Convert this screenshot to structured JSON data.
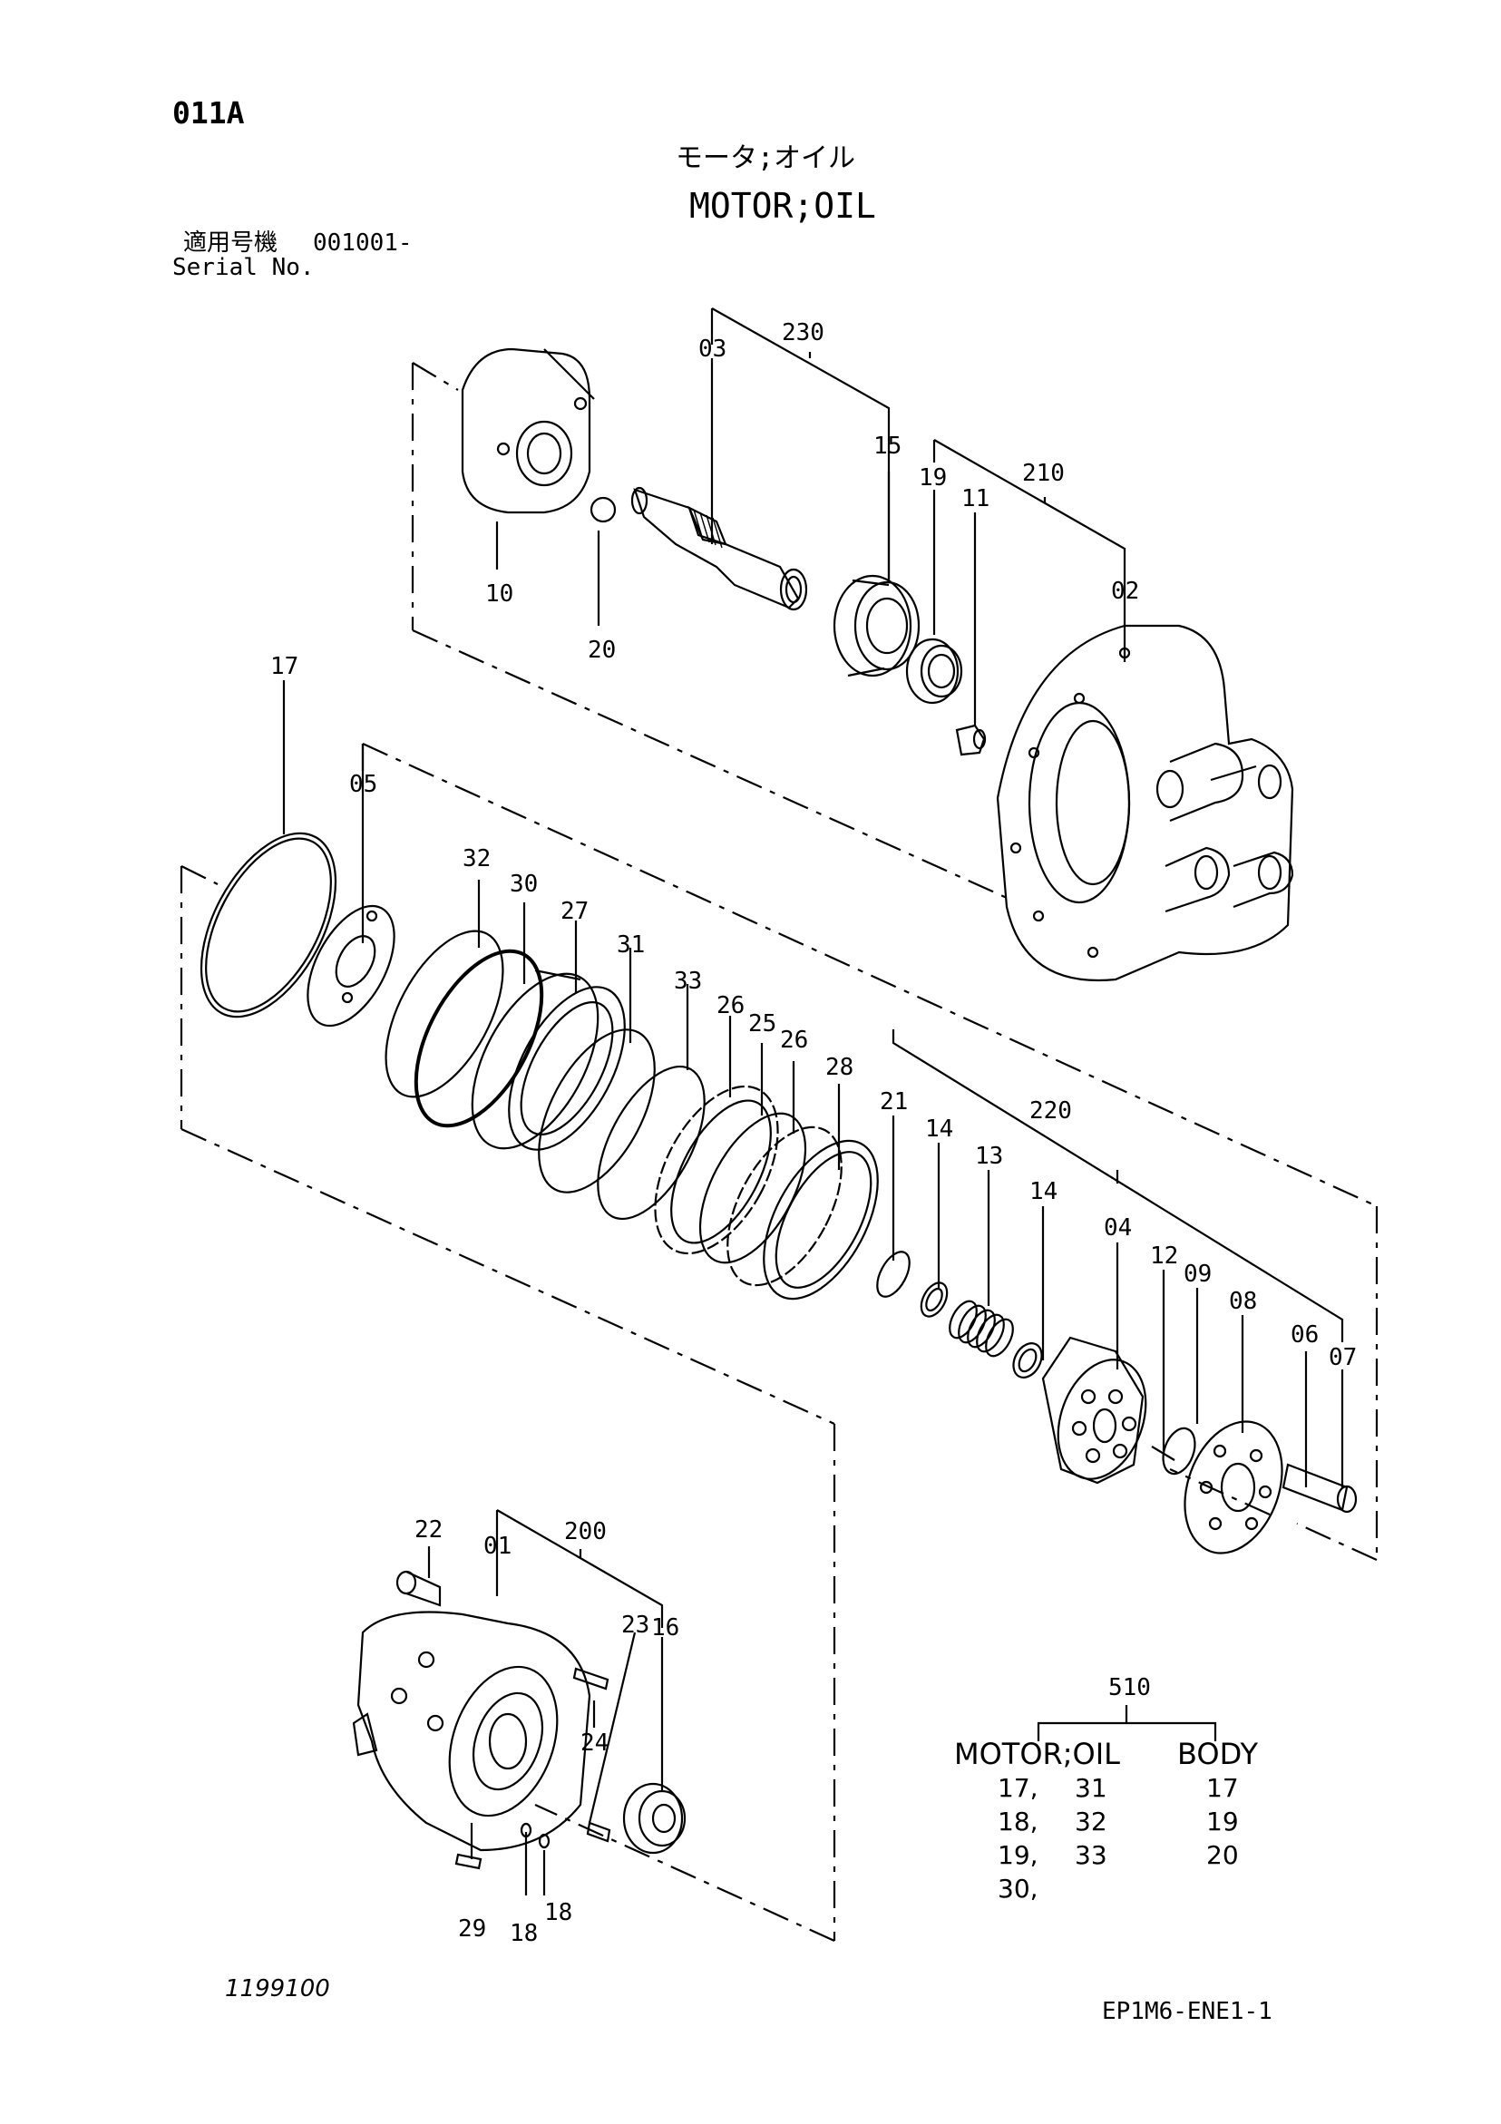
{
  "header": {
    "page_code": "011A",
    "title_jp": "モータ;オイル",
    "title_en": "MOTOR;OIL",
    "serial_label_jp": "適用号機",
    "serial_value": "001001-",
    "serial_label_en": "Serial No."
  },
  "footer": {
    "image_number": "1199100",
    "doc_code": "EP1M6-ENE1-1"
  },
  "part_labels": {
    "p01": "01",
    "p02": "02",
    "p03": "03",
    "p04": "04",
    "p05": "05",
    "p06": "06",
    "p07": "07",
    "p08": "08",
    "p09": "09",
    "p10": "10",
    "p11": "11",
    "p12": "12",
    "p13": "13",
    "p14a": "14",
    "p14b": "14",
    "p15": "15",
    "p16": "16",
    "p17": "17",
    "p18a": "18",
    "p18b": "18",
    "p19": "19",
    "p20": "20",
    "p21": "21",
    "p22": "22",
    "p23": "23",
    "p24": "24",
    "p25": "25",
    "p26a": "26",
    "p26b": "26",
    "p27": "27",
    "p28": "28",
    "p29": "29",
    "p30": "30",
    "p31": "31",
    "p32": "32",
    "p33": "33",
    "p200": "200",
    "p210": "210",
    "p220": "220",
    "p230": "230"
  },
  "kit_table": {
    "kit_number": "510",
    "col1_header": "MOTOR;OIL",
    "col2_header": "BODY",
    "rows": [
      {
        "a": "17,",
        "b": "31",
        "c": "17"
      },
      {
        "a": "18,",
        "b": "32",
        "c": "19"
      },
      {
        "a": "19,",
        "b": "33",
        "c": "20"
      },
      {
        "a": "30,",
        "b": "",
        "c": ""
      }
    ]
  }
}
